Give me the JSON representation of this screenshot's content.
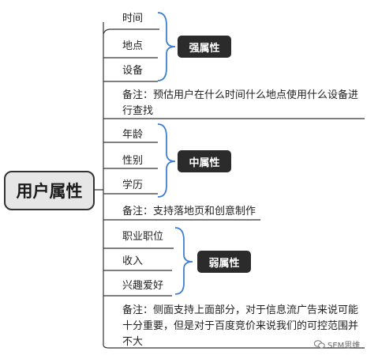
{
  "root": {
    "label": "用户属性"
  },
  "groups": [
    {
      "label": "强属性",
      "items": [
        "时间",
        "地点",
        "设备"
      ],
      "note": "备注：预估用户在什么时间什么地点使用什么设备进行查找"
    },
    {
      "label": "中属性",
      "items": [
        "年龄",
        "性别",
        "学历"
      ],
      "note": "备注：支持落地页和创意制作"
    },
    {
      "label": "弱属性",
      "items": [
        "职业职位",
        "收入",
        "兴趣爱好"
      ],
      "note": "备注：侧面支持上面部分，对于信息流广告来说可能十分重要，但是对于百度竞价来说我们的可控范围并不大"
    }
  ],
  "watermark": {
    "text": "SEM思维",
    "icon": "wechat-icon"
  },
  "colors": {
    "line": "#333333",
    "bracket": "#3f7fcf",
    "label_bg": "#2b2b2b",
    "root_bg": "#e6e6e6"
  }
}
